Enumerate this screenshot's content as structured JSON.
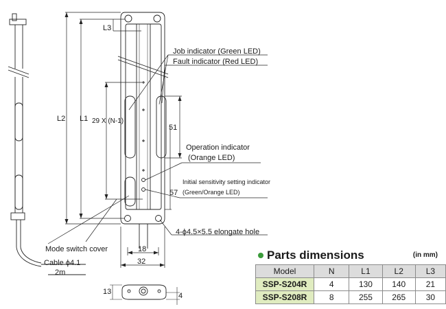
{
  "labels": {
    "l3": "L3",
    "l2": "L2",
    "l1": "L1",
    "pitch": "29 X (N-1)",
    "job_indicator": "Job indicator (Green LED)",
    "fault_indicator": "Fault indicator (Red LED)",
    "dim_51": "51",
    "operation_indicator_1": "Operation indicator",
    "operation_indicator_2": "(Orange LED)",
    "initial_sensitivity_1": "Initial sensitivity setting indicator",
    "initial_sensitivity_2": "(Green/Orange LED)",
    "dim_57": "57",
    "elongate_hole": "4-ϕ4.5×5.5 elongate hole",
    "mode_switch_cover": "Mode switch cover",
    "cable": "Cable ϕ4.1",
    "cable_length": "2m",
    "dim_18": "18",
    "dim_32": "32",
    "dim_13": "13",
    "dim_4": "4"
  },
  "parts": {
    "title": "Parts dimensions",
    "unit": "(in mm)",
    "headers": [
      "Model",
      "N",
      "L1",
      "L2",
      "L3"
    ],
    "rows": [
      [
        "SSP-S204R",
        "4",
        "130",
        "140",
        "21"
      ],
      [
        "SSP-S208R",
        "8",
        "255",
        "265",
        "30"
      ]
    ],
    "header_color": "#dcdcdc",
    "model_color": "#e0ecc0",
    "bullet_color": "#3a9b3a"
  }
}
